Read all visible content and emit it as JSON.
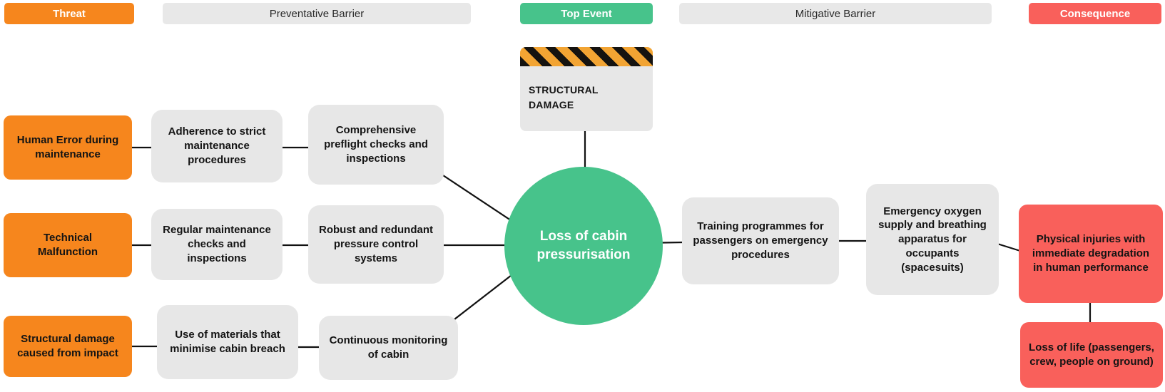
{
  "header": {
    "threat": "Threat",
    "preventative": "Preventative Barrier",
    "top_event": "Top Event",
    "mitigative": "Mitigative Barrier",
    "consequence": "Consequence"
  },
  "colors": {
    "threat_orange": "#F6861D",
    "barrier_gray": "#E7E7E7",
    "event_green": "#47C38B",
    "consequence_red": "#F9605B",
    "hazard_stripe_black": "#151310",
    "hazard_stripe_amber": "#F2A433"
  },
  "top_event": {
    "hazard": "STRUCTURAL DAMAGE",
    "event": "Loss of cabin pressurisation"
  },
  "threats": [
    "Human Error during maintenance",
    "Technical Malfunction",
    "Structural damage caused from impact"
  ],
  "preventative": [
    [
      "Adherence to strict maintenance procedures",
      "Comprehensive preflight checks and inspections"
    ],
    [
      "Regular maintenance checks and inspections",
      "Robust and redundant pressure control systems"
    ],
    [
      "Use of materials that minimise cabin breach",
      "Continuous monitoring of cabin"
    ]
  ],
  "mitigative": [
    "Training programmes for passengers on emergency procedures",
    "Emergency oxygen supply and breathing apparatus for occupants (spacesuits)"
  ],
  "consequences": [
    "Physical injuries with immediate degradation in human performance",
    "Loss of life (passengers, crew, people on ground)"
  ]
}
